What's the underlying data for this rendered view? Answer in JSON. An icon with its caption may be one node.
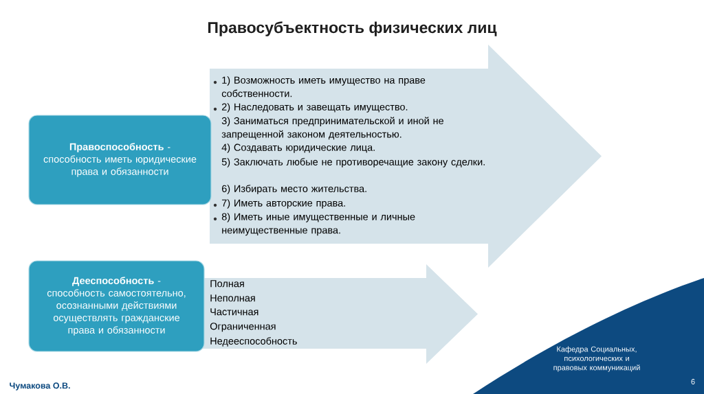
{
  "diagram": {
    "title": "Правосубъектность физических лиц",
    "nodes": [
      {
        "text": [
          "**Правоспособность** - способность иметь юридические права и обязанности"
        ]
      },
      {
        "text": [
          "1) Возможность иметь имущество на праве собственности.",
          "2) Наследовать и завещать имущество.",
          "3) Заниматься предпринимательской и иной не запрещенной законом деятельностью.",
          "4) Создавать юридические лица.",
          "5) Заключать любые не противоречащие закону сделки.",
          "6) Избирать место жительства.",
          "7) Иметь авторские права.",
          "8) Иметь иные имущественные и личные неимущественные права."
        ]
      },
      {
        "text": [
          "**Дееспособность** - способность самостоятельно, осознанными действиями осуществлять гражданские права и обязанности"
        ]
      },
      {
        "text": [
          "Полная",
          "Неполная",
          "Частичная",
          "Ограниченная",
          "Недееспособность"
        ]
      }
    ],
    "labels": [
      "Кафедра Социальных, психологических и правовых коммуникаций",
      "Чумакова О.В.",
      "6"
    ]
  }
}
